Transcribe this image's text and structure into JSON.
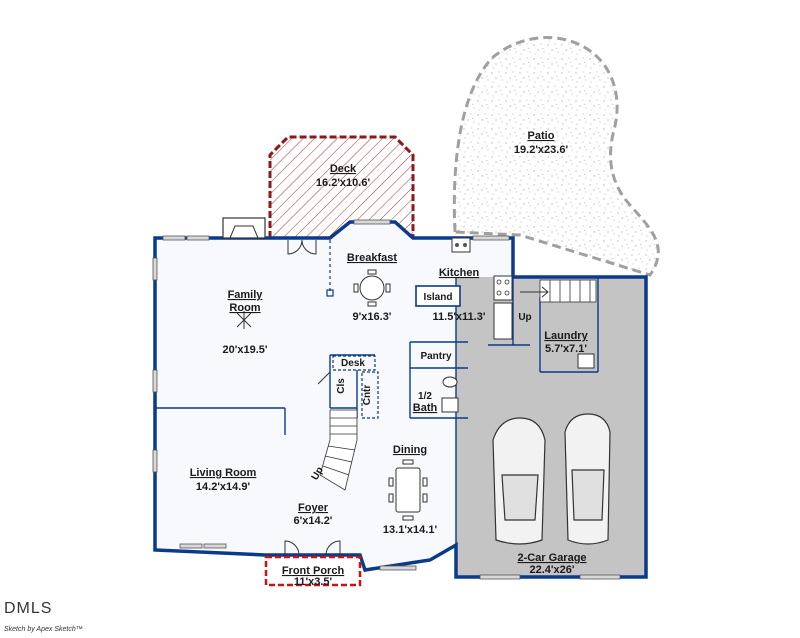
{
  "rooms": {
    "patio": {
      "name": "Patio",
      "dim": "19.2'x23.6'"
    },
    "deck": {
      "name": "Deck",
      "dim": "16.2'x10.6'"
    },
    "family": {
      "name1": "Family",
      "name2": "Room",
      "dim": "20'x19.5'"
    },
    "breakfast": {
      "name": "Breakfast",
      "dim": "9'x16.3'"
    },
    "kitchen": {
      "name": "Kitchen",
      "dim": "11.5'x11.3'"
    },
    "island": {
      "name": "Island"
    },
    "up1": {
      "label": "Up"
    },
    "laundry": {
      "name": "Laundry",
      "dim": "5.7'x7.1'"
    },
    "desk": {
      "name": "Desk"
    },
    "cls": {
      "name": "Cls"
    },
    "cntr": {
      "name": "Cntr"
    },
    "pantry": {
      "name": "Pantry"
    },
    "half_bath": {
      "name1": "1/2",
      "name2": "Bath"
    },
    "living": {
      "name": "Living Room",
      "dim": "14.2'x14.9'"
    },
    "up2": {
      "label": "Up"
    },
    "dining": {
      "name": "Dining",
      "dim": "13.1'x14.1'"
    },
    "foyer": {
      "name": "Foyer",
      "dim": "6'x14.2'"
    },
    "garage": {
      "name": "2-Car Garage",
      "dim": "22.4'x26'"
    },
    "porch": {
      "name": "Front Porch",
      "dim": "11'x3.5'"
    }
  },
  "branding": {
    "logo": "DMLS",
    "credit": "Sketch by Apex Sketch™"
  },
  "colors": {
    "wall": "#0a3a8c",
    "interior": "#f7f9fc",
    "garage": "#c4c4c4",
    "deck": "#8b1a1a",
    "porch": "#cc1111",
    "patio_outline": "#a0a0a0"
  }
}
